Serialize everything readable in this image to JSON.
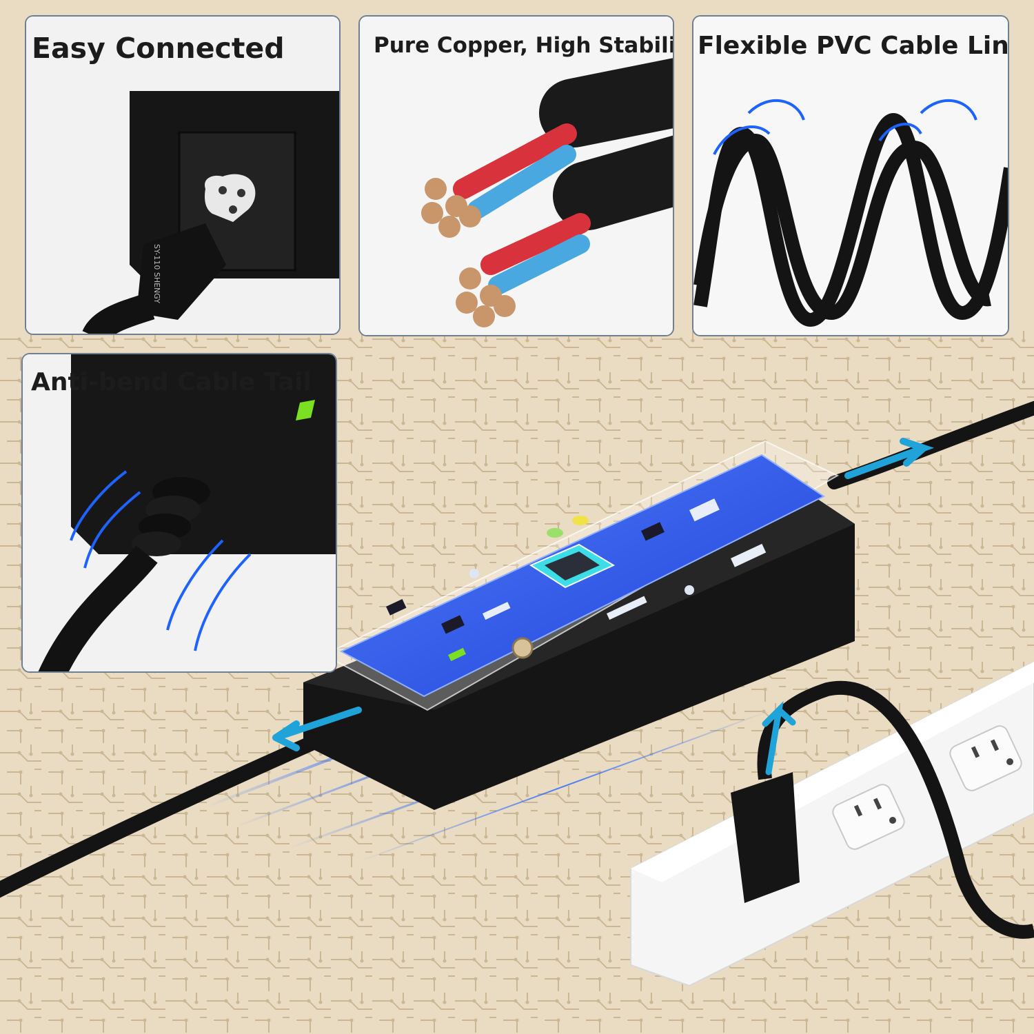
{
  "panels": {
    "easy_connected": {
      "title": "Easy Connected",
      "plug_marking": "SY-110 SHENGY"
    },
    "pure_copper": {
      "title": "Pure Copper, High Stability"
    },
    "flexible_pvc": {
      "title": "Flexible PVC Cable Line"
    },
    "anti_bend": {
      "title": "Anti-bend Cable Tail"
    }
  },
  "colors": {
    "accent_blue": "#1e63ff",
    "panel_border": "#6f7f8f",
    "desk_tan": "#eadcc3",
    "adapter_black": "#161616",
    "led_green": "#7be021",
    "copper": "#c9956a",
    "wire_red": "#d8323c",
    "wire_blue": "#4aa8e0"
  }
}
